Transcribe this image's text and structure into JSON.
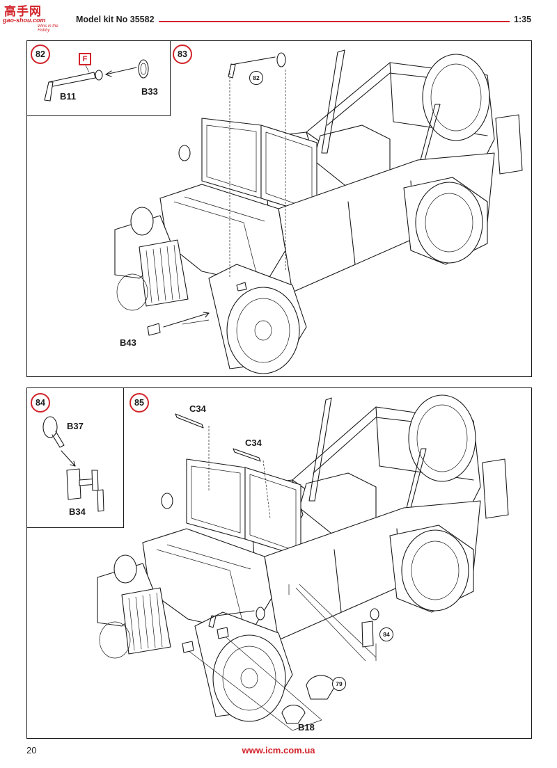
{
  "header": {
    "logo_chinese": "高手网",
    "logo_domain": "gao-shou.com",
    "logo_tagline": "Wins in the Hobby",
    "kit_title": "Model kit No 35582",
    "scale": "1:35",
    "accent_color": "#d2232a"
  },
  "steps": {
    "step82": {
      "number": "82",
      "paint_code": "F",
      "parts": [
        "B11",
        "B33"
      ]
    },
    "step83": {
      "number": "83",
      "subassembly_ref": "82",
      "parts": [
        "B43"
      ]
    },
    "step84": {
      "number": "84",
      "parts": [
        "B37",
        "B34"
      ]
    },
    "step85": {
      "number": "85",
      "subassembly_refs": [
        "84",
        "79"
      ],
      "parts": [
        "C34",
        "C34",
        "B18"
      ]
    }
  },
  "footer": {
    "page_number": "20",
    "url": "www.icm.com.ua"
  }
}
